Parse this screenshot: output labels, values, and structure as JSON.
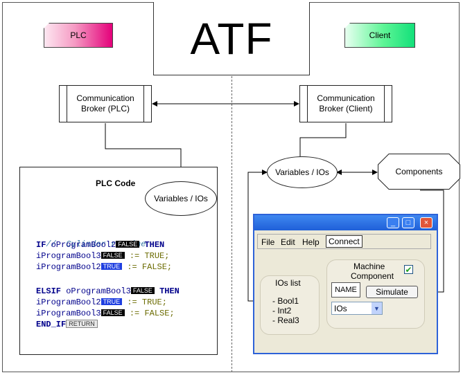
{
  "title": "ATF",
  "plc_label": "PLC",
  "client_label": "Client",
  "broker_plc": {
    "line1": "Communication",
    "line2": "Broker (PLC)"
  },
  "broker_client": {
    "line1": "Communication",
    "line2": "Broker (Client)"
  },
  "vars_label": "Variables / IOs",
  "components_label": "Components",
  "plc_code": {
    "title": "PLC Code",
    "comment": "//  Cylinder routine",
    "if_kw": "IF",
    "if_var": " oProgramBool2",
    "then_kw": "THEN",
    "l2_var": "iProgramBool3",
    "l2_rest": " := TRUE;",
    "l3_var": "iProgramBool2",
    "l3_rest": " := FALSE;",
    "elsif_kw": "ELSIF",
    "elsif_var": " oProgramBool3",
    "l5_var": "iProgramBool2",
    "l5_rest": " := TRUE;",
    "l6_var": "iProgramBool3",
    "l6_rest": " := FALSE;",
    "endif_kw": "END_IF",
    "badge_false": "FALSE",
    "badge_true": "TRUE",
    "badge_return": "RETURN"
  },
  "window": {
    "min": "_",
    "max": "□",
    "close": "×",
    "menu": [
      "File",
      "Edit",
      "Help"
    ],
    "connect": "Connect",
    "ios_list_title": "IOs list",
    "ios_items": [
      "- Bool1",
      "- Int2",
      "- Real3"
    ],
    "machine_line1": "Machine",
    "machine_line2": "Component",
    "check": "✔",
    "name_field": "NAME",
    "simulate": "Simulate",
    "ios_select": "IOs",
    "arrow": "▼"
  }
}
